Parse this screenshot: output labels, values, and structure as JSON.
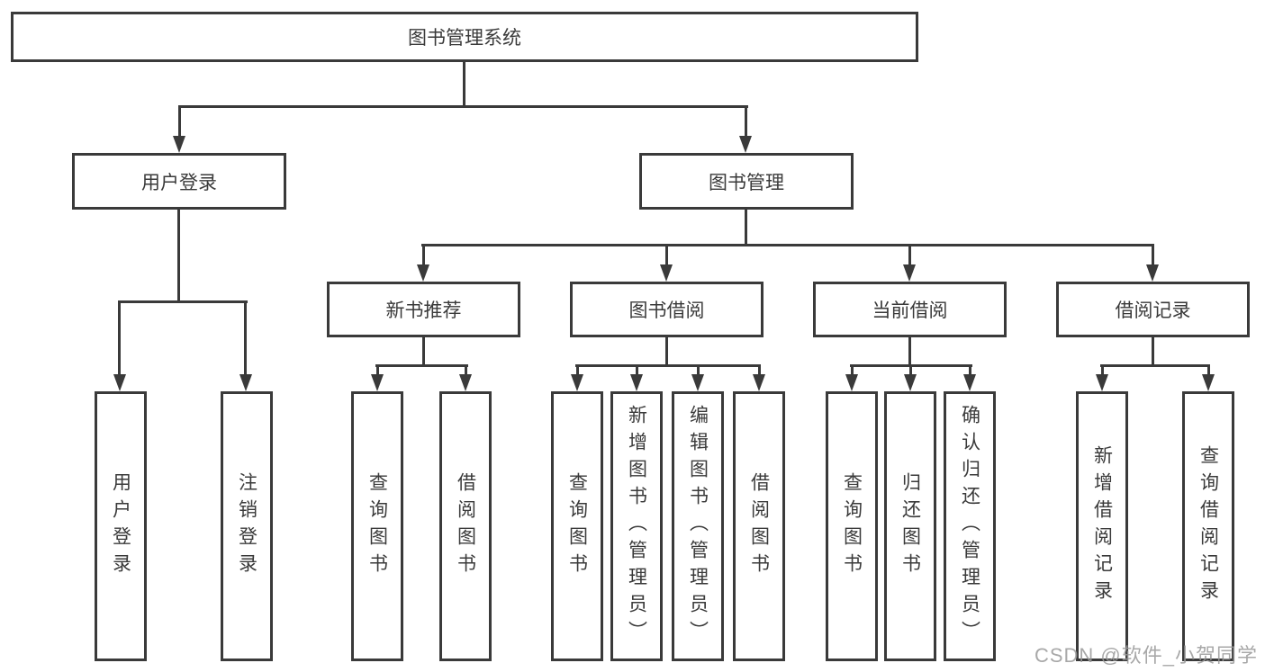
{
  "diagram": {
    "root": {
      "label": "图书管理系统"
    },
    "branches": [
      {
        "label": "用户登录",
        "children": [
          {
            "label": "用户登录"
          },
          {
            "label": "注销登录"
          }
        ]
      },
      {
        "label": "图书管理",
        "sections": [
          {
            "label": "新书推荐",
            "children": [
              {
                "label": "查询图书"
              },
              {
                "label": "借阅图书"
              }
            ]
          },
          {
            "label": "图书借阅",
            "children": [
              {
                "label": "查询图书"
              },
              {
                "label": "新增图书（管理员）"
              },
              {
                "label": "编辑图书（管理员）"
              },
              {
                "label": "借阅图书"
              }
            ]
          },
          {
            "label": "当前借阅",
            "children": [
              {
                "label": "查询图书"
              },
              {
                "label": "归还图书"
              },
              {
                "label": "确认归还（管理员）"
              }
            ]
          },
          {
            "label": "借阅记录",
            "children": [
              {
                "label": "新增借阅记录"
              },
              {
                "label": "查询借阅记录"
              }
            ]
          }
        ]
      }
    ]
  },
  "watermark": {
    "text": "CSDN @软件_小贺同学"
  },
  "colors": {
    "line": "#3a3a3a",
    "text": "#3a3a3a",
    "background": "#ffffff",
    "watermark": "#999999"
  }
}
